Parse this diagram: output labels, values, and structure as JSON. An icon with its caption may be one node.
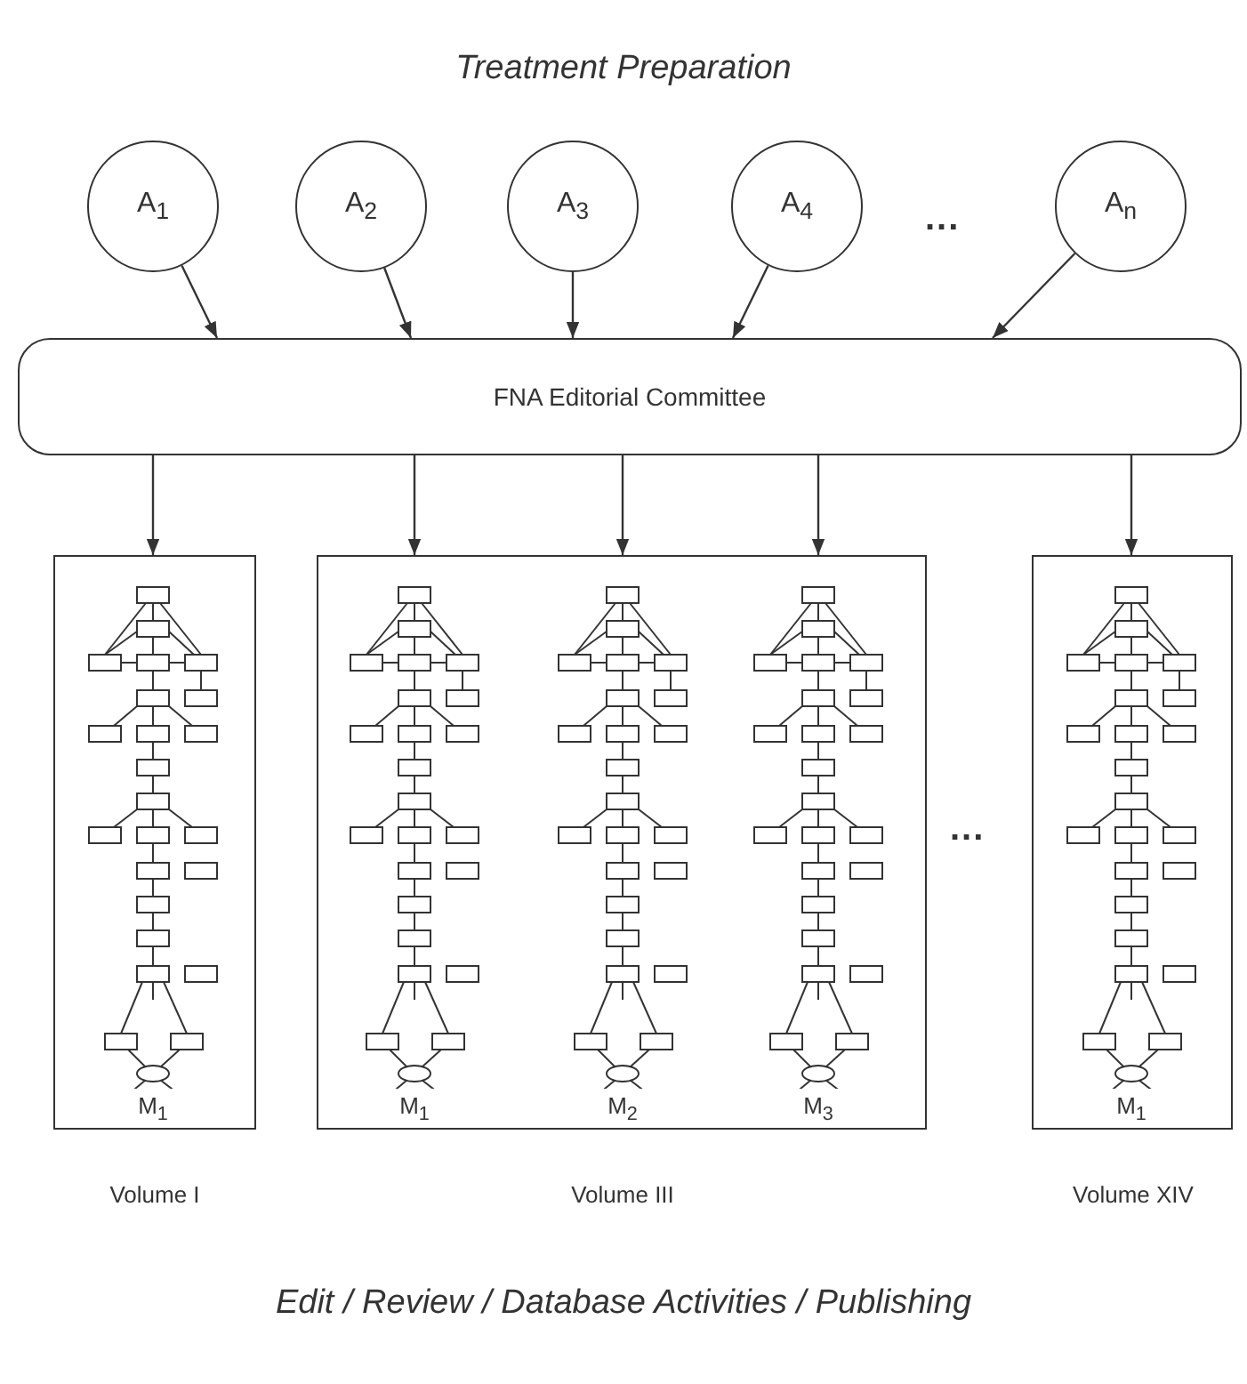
{
  "diagram": {
    "title": "Treatment Preparation",
    "caption": "Edit / Review / Database Activities / Publishing",
    "nodes": [
      {
        "text": [
          "A$_{1}$"
        ]
      },
      {
        "text": [
          "A$_{2}$"
        ]
      },
      {
        "text": [
          "A$_{3}$"
        ]
      },
      {
        "text": [
          "A$_{4}$"
        ]
      },
      {
        "text": [
          "A$_{n}$"
        ]
      },
      {
        "text": [
          "FNA Editorial Committee"
        ]
      },
      {
        "text": [],
        "shape": "box",
        "beside": [
          "Volume I"
        ]
      },
      {
        "text": [
          "M$_{1}$"
        ],
        "in": 6
      },
      {
        "text": [],
        "shape": "box",
        "beside": [
          "Volume III"
        ]
      },
      {
        "text": [
          "M$_{1}$"
        ],
        "in": 8
      },
      {
        "text": [
          "M$_{2}$"
        ],
        "in": 8
      },
      {
        "text": [
          "M$_{3}$"
        ],
        "in": 8
      },
      {
        "text": [],
        "shape": "box",
        "beside": [
          "Volume XIV"
        ]
      },
      {
        "text": [
          "M$_{1}$"
        ],
        "in": 12
      }
    ],
    "edges": [
      {
        "from": 0,
        "to": 5,
        "arrow": "to"
      },
      {
        "from": 1,
        "to": 5,
        "arrow": "to"
      },
      {
        "from": 2,
        "to": 5,
        "arrow": "to"
      },
      {
        "from": 3,
        "to": 5,
        "arrow": "to"
      },
      {
        "from": 4,
        "to": 5,
        "arrow": "to"
      },
      {
        "from": 5,
        "to": 7,
        "arrow": "to"
      },
      {
        "from": 5,
        "to": 9,
        "arrow": "to"
      },
      {
        "from": 5,
        "to": 10,
        "arrow": "to"
      },
      {
        "from": 5,
        "to": 11,
        "arrow": "to"
      },
      {
        "from": 5,
        "to": 13,
        "arrow": "to"
      }
    ],
    "labels": [
      "...",
      "..."
    ]
  }
}
